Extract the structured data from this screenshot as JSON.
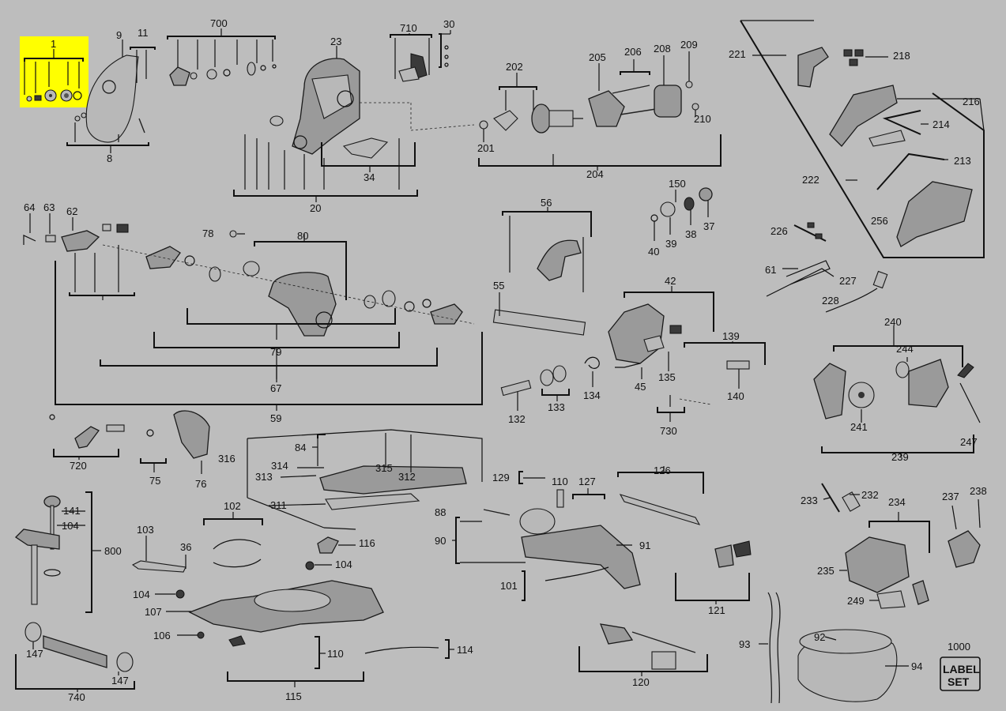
{
  "labels": {
    "p1": "1",
    "p9": "9",
    "p11": "11",
    "p700": "700",
    "p23": "23",
    "p710": "710",
    "p30": "30",
    "p8": "8",
    "p34": "34",
    "p20": "20",
    "p202": "202",
    "p205": "205",
    "p206": "206",
    "p208": "208",
    "p209": "209",
    "p210": "210",
    "p201": "201",
    "p204": "204",
    "p221": "221",
    "p218": "218",
    "p216": "216",
    "p214": "214",
    "p213": "213",
    "p222": "222",
    "p256": "256",
    "p226": "226",
    "p61": "61",
    "p227": "227",
    "p228": "228",
    "p64": "64",
    "p63": "63",
    "p62": "62",
    "p78": "78",
    "p80": "80",
    "p79": "79",
    "p67": "67",
    "p59": "59",
    "p56": "56",
    "p55": "55",
    "p150": "150",
    "p40": "40",
    "p39": "39",
    "p38": "38",
    "p37": "37",
    "p42": "42",
    "p139": "139",
    "p134": "134",
    "p45": "45",
    "p135": "135",
    "p140": "140",
    "p132": "132",
    "p133": "133",
    "p730": "730",
    "p240": "240",
    "p244": "244",
    "p241": "241",
    "p239": "239",
    "p247": "247",
    "p720": "720",
    "p75": "75",
    "p76": "76",
    "p84": "84",
    "p316": "316",
    "p314": "314",
    "p313": "313",
    "p315": "315",
    "p312": "312",
    "p311": "311",
    "p129": "129",
    "p110": "110",
    "p127": "127",
    "p126": "126",
    "p141": "141",
    "p104a": "104",
    "p800": "800",
    "p102": "102",
    "p103": "103",
    "p36": "36",
    "p116": "116",
    "p104b": "104",
    "p104c": "104",
    "p107": "107",
    "p106": "106",
    "p110b": "110",
    "p114": "114",
    "p115": "115",
    "p147a": "147",
    "p147b": "147",
    "p740": "740",
    "p88": "88",
    "p90": "90",
    "p91": "91",
    "p101": "101",
    "p121": "121",
    "p120": "120",
    "p93": "93",
    "p92": "92",
    "p94": "94",
    "p233": "233",
    "p232": "232",
    "p234": "234",
    "p237": "237",
    "p238": "238",
    "p235": "235",
    "p249": "249",
    "p1000": "1000"
  },
  "label_set": {
    "line1": "LABEL",
    "line2": "SET"
  },
  "colors": {
    "background": "#bdbdbd",
    "highlight": "#ffff00",
    "ink": "#111111"
  }
}
